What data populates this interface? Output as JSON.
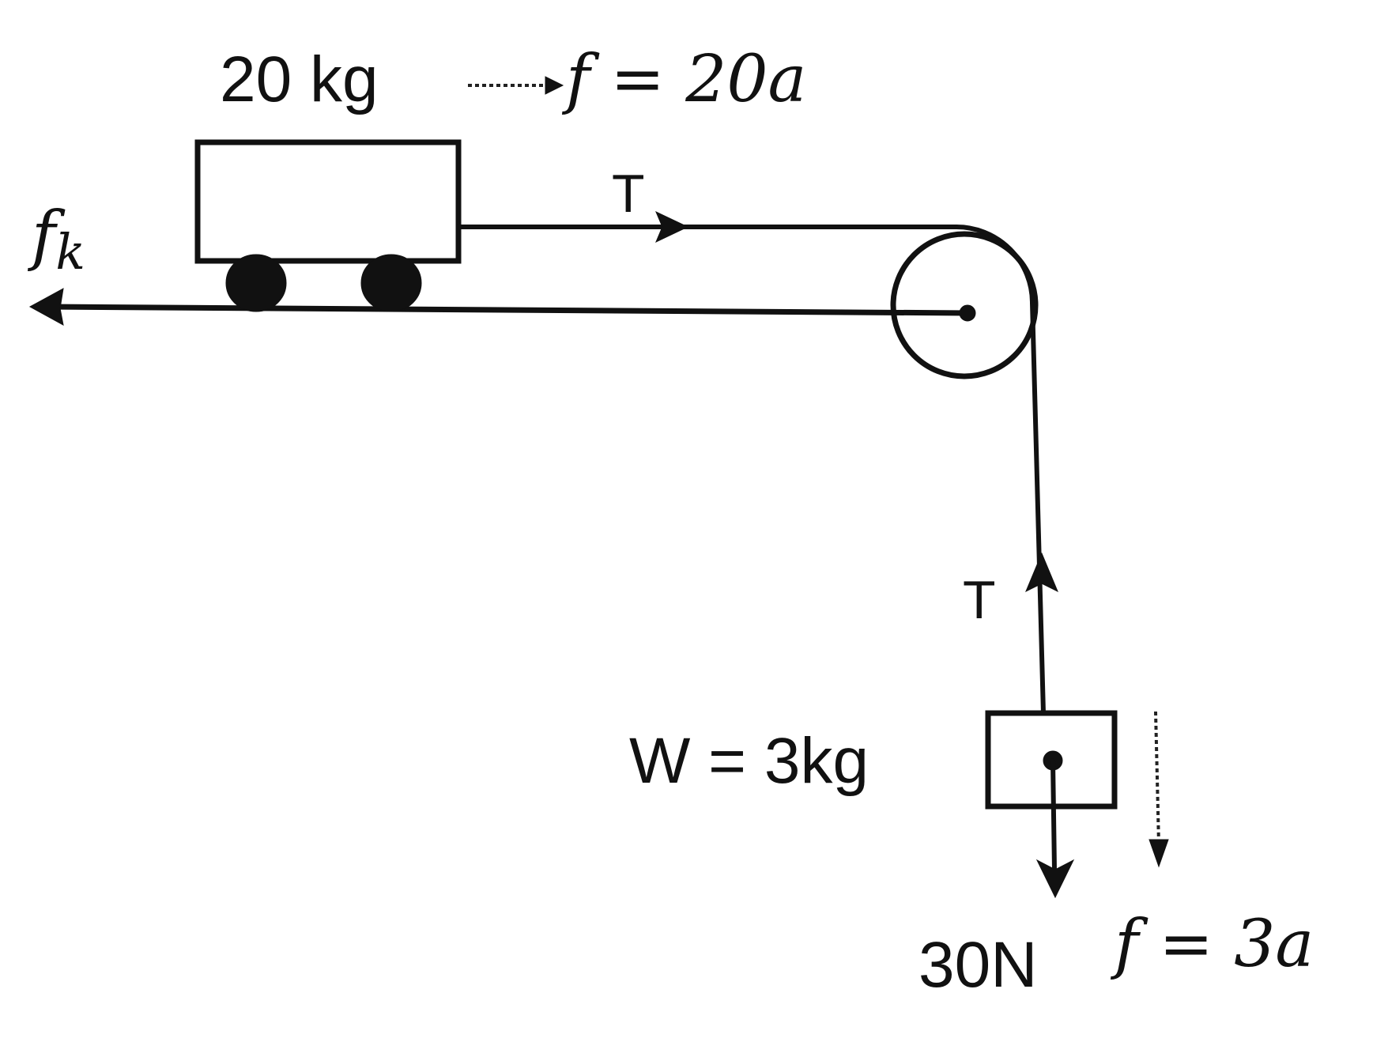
{
  "cart": {
    "mass_label": "20 kg",
    "accel_force_label": "f = 20a"
  },
  "tension_horizontal_label": "T",
  "friction_label": "f_k",
  "hanging_block": {
    "mass_label": "W = 3kg",
    "tension_label": "T",
    "weight_label": "30N",
    "accel_force_label": "f = 3a"
  }
}
